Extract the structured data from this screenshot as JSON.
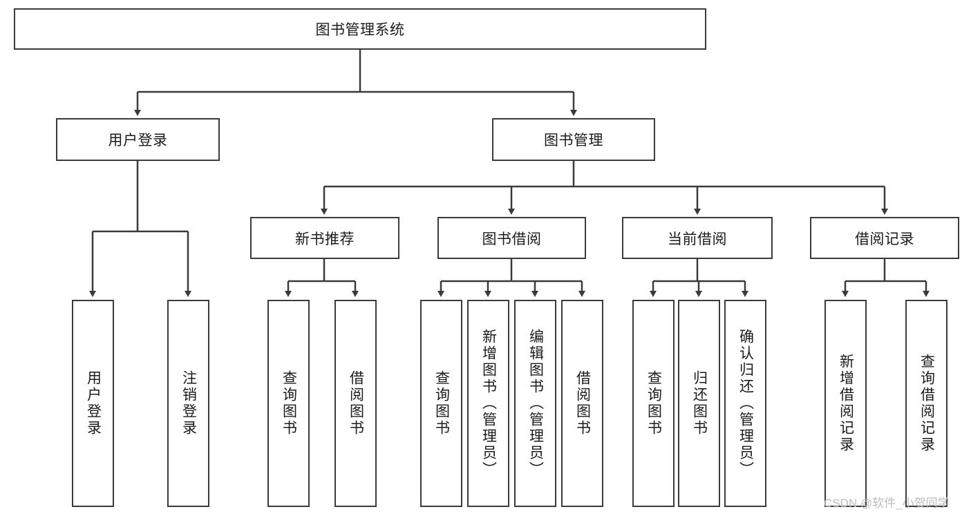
{
  "diagram": {
    "title": "图书管理系统",
    "type": "hierarchy-tree",
    "watermark": "CSDN @软件_小贺同学",
    "colors": {
      "box_border": "#3a3a3a",
      "box_fill": "#ffffff",
      "connector": "#3a3a3a",
      "text": "#1b1b1b",
      "watermark": "#bdbdbd"
    },
    "nodes": {
      "root": {
        "label": "图书管理系统"
      },
      "level2": [
        {
          "id": "user-login",
          "label": "用户登录"
        },
        {
          "id": "book-manage",
          "label": "图书管理"
        }
      ],
      "level3": [
        {
          "id": "new-book-rec",
          "label": "新书推荐"
        },
        {
          "id": "book-borrow",
          "label": "图书借阅"
        },
        {
          "id": "current-borrow",
          "label": "当前借阅"
        },
        {
          "id": "borrow-record",
          "label": "借阅记录"
        }
      ],
      "leaves": {
        "user_login": [
          {
            "id": "leaf-user-login",
            "label": "用户登录"
          },
          {
            "id": "leaf-logout-login",
            "label": "注销登录"
          }
        ],
        "new_book_rec": [
          {
            "id": "leaf-query-book-1",
            "label": "查询图书"
          },
          {
            "id": "leaf-borrow-book-1",
            "label": "借阅图书"
          }
        ],
        "book_borrow": [
          {
            "id": "leaf-query-book-2",
            "label": "查询图书"
          },
          {
            "id": "leaf-add-book",
            "label": "新增图书（管理员）"
          },
          {
            "id": "leaf-edit-book",
            "label": "编辑图书（管理员）"
          },
          {
            "id": "leaf-borrow-book-2",
            "label": "借阅图书"
          }
        ],
        "current_borrow": [
          {
            "id": "leaf-query-book-3",
            "label": "查询图书"
          },
          {
            "id": "leaf-return-book",
            "label": "归还图书"
          },
          {
            "id": "leaf-confirm-return",
            "label": "确认归还（管理员）"
          }
        ],
        "borrow_record": [
          {
            "id": "leaf-add-record",
            "label": "新增借阅记录"
          },
          {
            "id": "leaf-query-record",
            "label": "查询借阅记录"
          }
        ]
      }
    }
  }
}
